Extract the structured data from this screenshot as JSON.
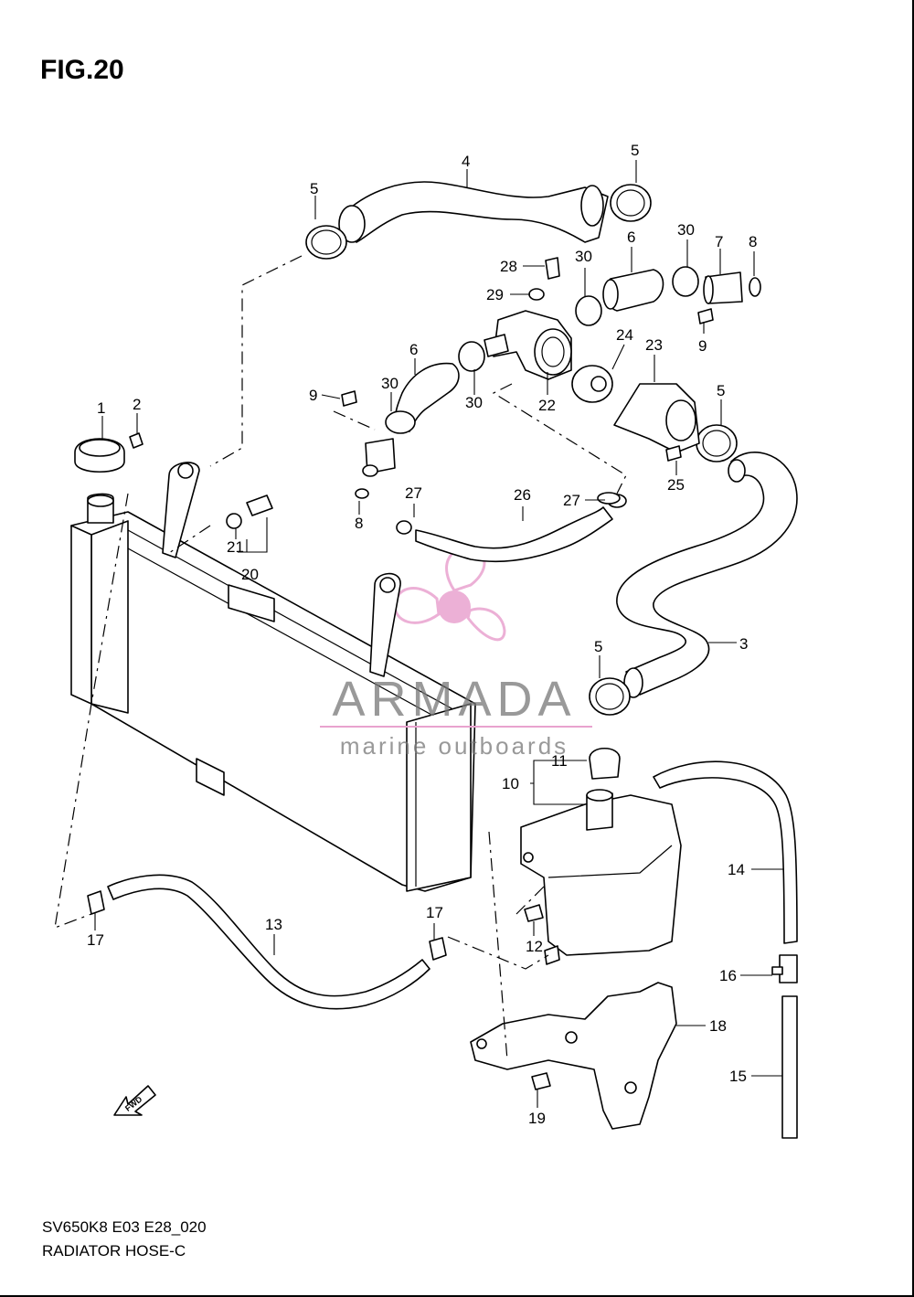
{
  "figure": {
    "title": "FIG.20",
    "model_code": "SV650K8 E03 E28_020",
    "caption": "RADIATOR HOSE-C"
  },
  "watermark": {
    "brand": "ARMADA",
    "tagline": "marine outboards",
    "accent_color": "#e9a3cf"
  },
  "fwd_label": "FWD",
  "callouts": [
    "1",
    "2",
    "3",
    "4",
    "5",
    "5",
    "5",
    "5",
    "6",
    "6",
    "7",
    "8",
    "8",
    "9",
    "9",
    "10",
    "11",
    "12",
    "13",
    "14",
    "15",
    "16",
    "17",
    "17",
    "18",
    "19",
    "20",
    "21",
    "22",
    "23",
    "24",
    "25",
    "26",
    "27",
    "27",
    "28",
    "29",
    "30",
    "30",
    "30",
    "30"
  ]
}
